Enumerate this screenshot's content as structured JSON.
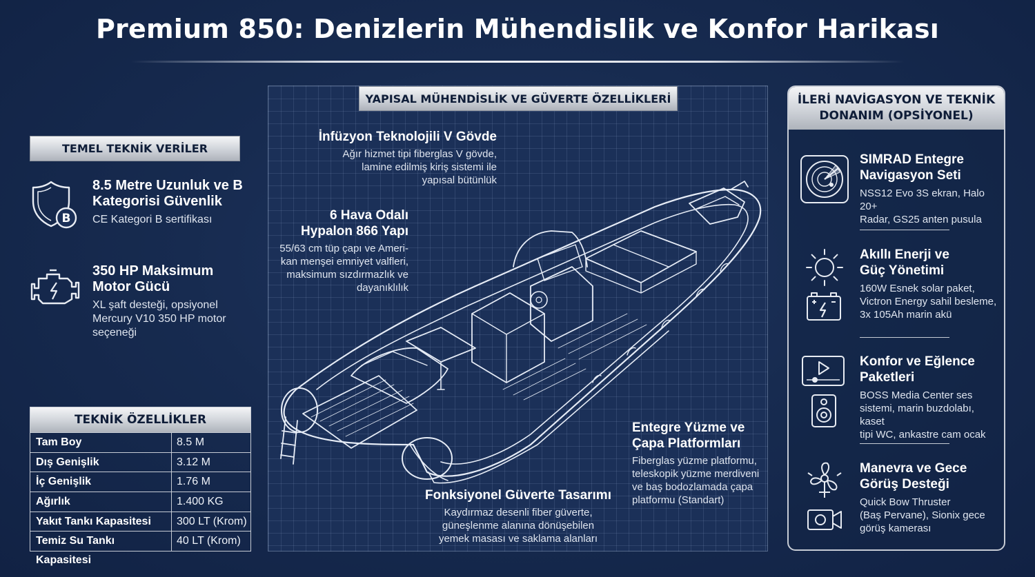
{
  "title": "Premium 850: Denizlerin Mühendislik ve Konfor Harikası",
  "left": {
    "section_title": "TEMEL TEKNİK VERİLER",
    "items": [
      {
        "icon": "shield-b-icon",
        "heading": "8.5 Metre Uzunluk ve B Kategorisi Güvenlik",
        "desc": "CE Kategori B sertifikası"
      },
      {
        "icon": "engine-icon",
        "heading": "350 HP Maksimum Motor Gücü",
        "desc": "XL şaft desteği, opsiyonel Mercury V10 350 HP motor seçeneği"
      }
    ],
    "table": {
      "title": "TEKNİK ÖZELLİKLER",
      "rows": [
        {
          "label": "Tam Boy",
          "value": "8.5 M"
        },
        {
          "label": "Dış Genişlik",
          "value": "3.12 M"
        },
        {
          "label": "İç Genişlik",
          "value": "1.76 M"
        },
        {
          "label": "Ağırlık",
          "value": "1.400 KG"
        },
        {
          "label": "Yakıt Tankı Kapasitesi",
          "value": "300 LT (Krom)"
        },
        {
          "label": "Temiz Su Tankı Kapasitesi",
          "value": "40 LT (Krom)"
        }
      ]
    }
  },
  "center": {
    "section_title": "YAPISAL MÜHENDİSLİK VE GÜVERTE ÖZELLİKLERİ",
    "callouts": [
      {
        "heading": "İnfüzyon Teknolojili V Gövde",
        "desc": [
          "Ağır hizmet tipi fiberglas V gövde,",
          "lamine edilmiş kiriş sistemi ile",
          "yapısal bütünlük"
        ]
      },
      {
        "heading": [
          "6 Hava Odalı",
          "Hypalon 866 Yapı"
        ],
        "desc": [
          "55/63 cm tüp çapı ve Ameri-",
          "kan menşei emniyet valfleri,",
          "maksimum sızdırmazlık ve",
          "dayanıklılık"
        ]
      },
      {
        "heading": [
          "Entegre Yüzme ve",
          "Çapa Platformları"
        ],
        "desc": [
          "Fiberglas yüzme platformu,",
          "teleskopik yüzme merdiveni",
          "ve baş bodozlamada çapa",
          "platformu (Standart)"
        ]
      },
      {
        "heading": "Fonksiyonel Güverte Tasarımı",
        "desc": [
          "Kaydırmaz desenli fiber güverte,",
          "güneşlenme alanına dönüşebilen",
          "yemek masası ve saklama alanları"
        ]
      }
    ]
  },
  "right": {
    "section_title": [
      "İLERİ NAVİGASYON VE TEKNİK",
      "DONANIM (OPSİYONEL)"
    ],
    "items": [
      {
        "icons": [
          "radar-icon"
        ],
        "heading": [
          "SIMRAD Entegre",
          "Navigasyon Seti"
        ],
        "desc": [
          "NSS12 Evo 3S ekran, Halo 20+",
          "Radar, GS25 anten pusula"
        ]
      },
      {
        "icons": [
          "sun-icon",
          "battery-icon"
        ],
        "heading": [
          "Akıllı Enerji ve",
          "Güç Yönetimi"
        ],
        "desc": [
          "160W Esnek solar paket,",
          "Victron Energy sahil besleme,",
          "3x 105Ah marin akü"
        ]
      },
      {
        "icons": [
          "media-player-icon",
          "speaker-icon"
        ],
        "heading": [
          "Konfor ve Eğlence",
          "Paketleri"
        ],
        "desc": [
          "BOSS Media Center ses",
          "sistemi, marin buzdolabı, kaset",
          "tipi WC, ankastre cam ocak"
        ]
      },
      {
        "icons": [
          "propeller-icon",
          "camera-icon"
        ],
        "heading": [
          "Manevra ve Gece",
          "Görüş Desteği"
        ],
        "desc": [
          "Quick Bow Thruster",
          "(Baş Pervane), Sionix gece",
          "görüş kamerası"
        ]
      }
    ]
  }
}
